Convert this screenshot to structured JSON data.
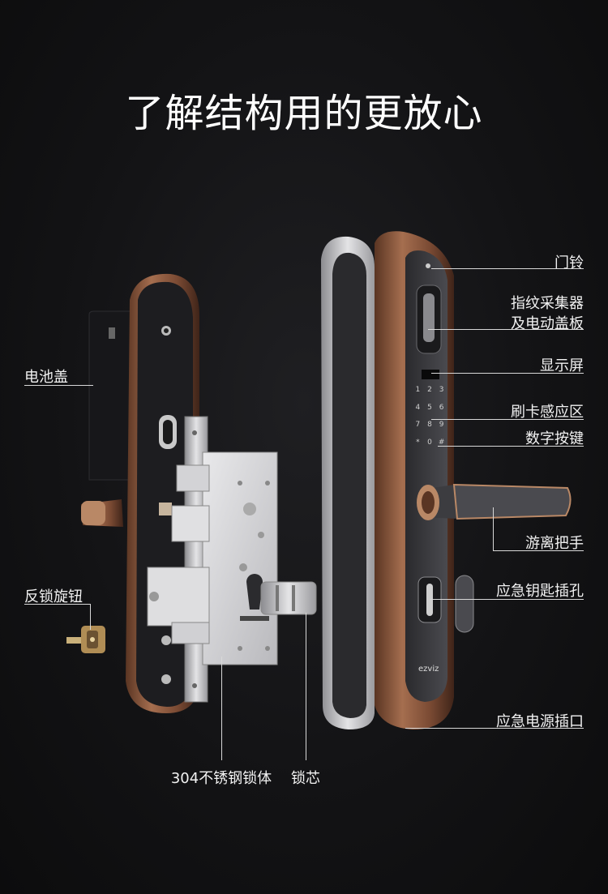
{
  "title": "了解结构用的更放心",
  "labels": {
    "doorbell": "门铃",
    "fingerprint_line1": "指纹采集器",
    "fingerprint_line2": "及电动盖板",
    "display": "显示屏",
    "card_area": "刷卡感应区",
    "keypad": "数字按键",
    "handle": "游离把手",
    "key_hole": "应急钥匙插孔",
    "power_port": "应急电源插口",
    "battery_cover": "电池盖",
    "knob": "反锁旋钮",
    "lock_body": "304不锈钢锁体",
    "cylinder": "锁芯"
  },
  "keypad_digits": [
    "1",
    "2",
    "3",
    "4",
    "5",
    "6",
    "7",
    "8",
    "9",
    "*",
    "0",
    "#"
  ],
  "brand": "ezviz",
  "colors": {
    "background": "#131315",
    "rose_gold": "#8a5a3f",
    "steel": "#c9c9cc",
    "panel_dark": "#3a3a3e",
    "line": "#d8d8d8"
  }
}
